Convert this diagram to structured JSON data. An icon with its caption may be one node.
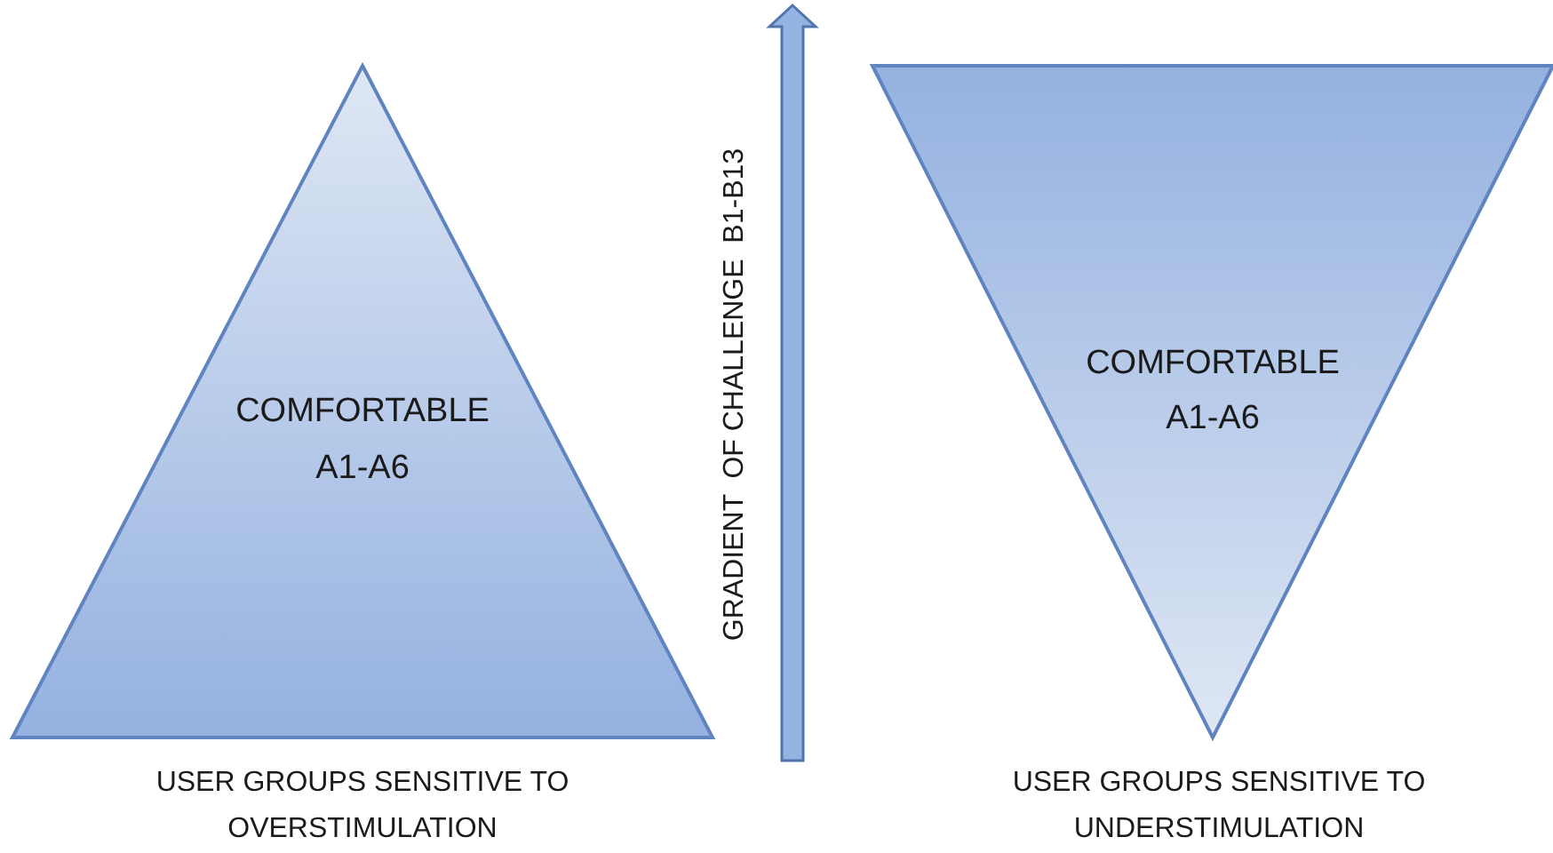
{
  "diagram": {
    "nodes": [
      {
        "text": [
          "COMFORTABLE",
          "A1-A6"
        ],
        "beside": [
          "USER GROUPS SENSITIVE TO OVERSTIMULATION"
        ]
      },
      {
        "text": [
          "COMFORTABLE",
          "A1-A6"
        ],
        "beside": [
          "USER GROUPS SENSITIVE TO UNDERSTIMULATION"
        ]
      }
    ],
    "labels": [
      "GRADIENT  OF CHALLENGE  B1-B13"
    ]
  }
}
